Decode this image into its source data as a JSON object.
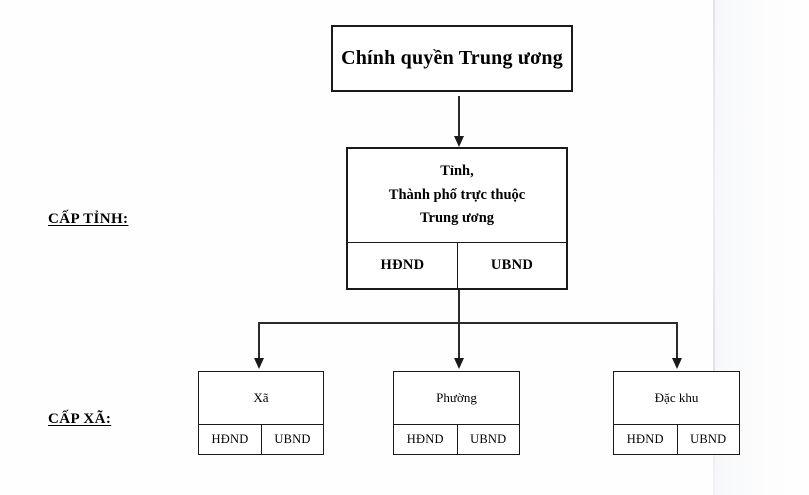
{
  "diagram": {
    "title_central": "Chính quyền Trung ương",
    "labels": {
      "province_level": "CẤP TỈNH:",
      "commune_level": "CẤP XÃ:"
    },
    "nodes": {
      "central": {
        "name": "Chính quyền Trung ương"
      },
      "province": {
        "name_line1": "Tỉnh,",
        "name_line2": "Thành phố trực thuộc",
        "name_line3": "Trung ương",
        "organ_left": "HĐND",
        "organ_right": "UBND"
      },
      "commune_units": [
        {
          "name": "Xã",
          "organ_left": "HĐND",
          "organ_right": "UBND"
        },
        {
          "name": "Phường",
          "organ_left": "HĐND",
          "organ_right": "UBND"
        },
        {
          "name": "Đặc khu",
          "organ_left": "HĐND",
          "organ_right": "UBND"
        }
      ]
    },
    "colors": {
      "ink": "#1a1a1a",
      "connector": "#2a2a2a",
      "page": "#fefefe"
    }
  }
}
